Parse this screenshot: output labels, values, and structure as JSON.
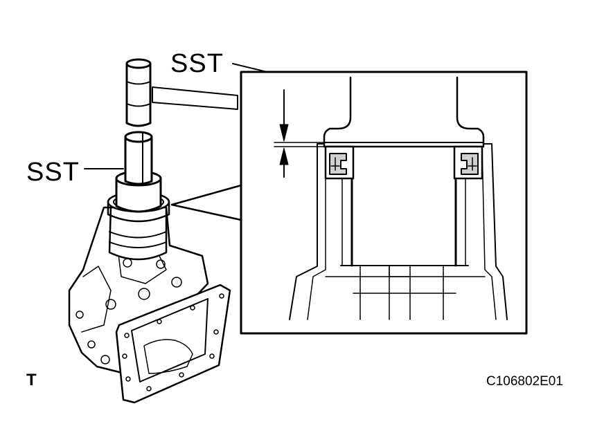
{
  "labels": {
    "sst_top": "SST",
    "sst_left": "SST",
    "corner_mark": "T",
    "figure_code": "C106802E01"
  },
  "colors": {
    "ink": "#000000",
    "background": "#ffffff",
    "fill_gray": "#d0d0d0"
  }
}
